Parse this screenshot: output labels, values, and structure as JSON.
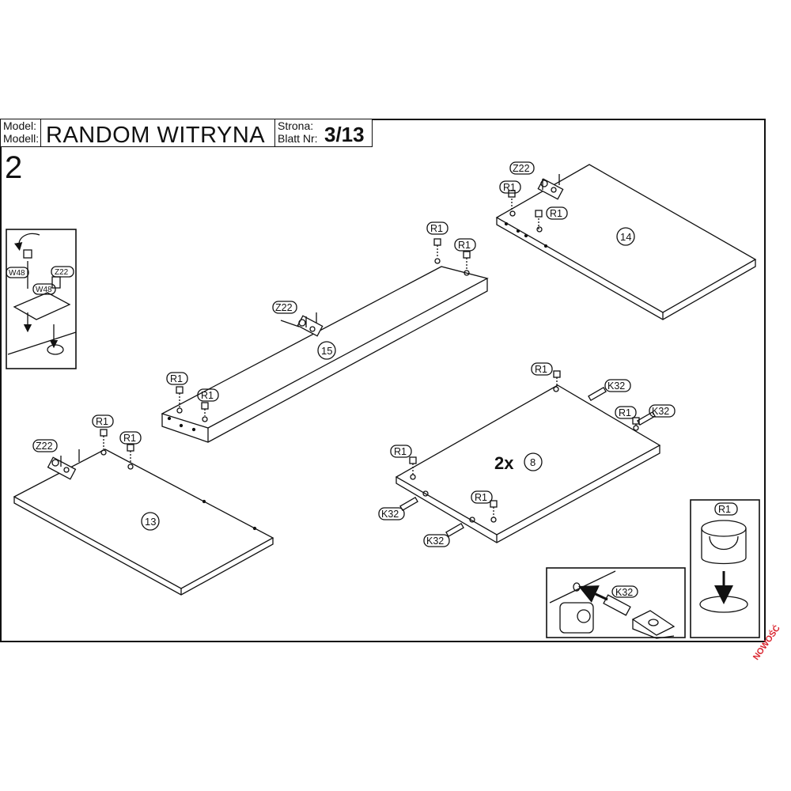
{
  "header": {
    "model_label_pl": "Model:",
    "model_label_de": "Modell:",
    "model_name": "RANDOM WITRYNA",
    "page_label_pl": "Strona:",
    "page_label_de": "Blatt Nr:",
    "page_number": "3/13"
  },
  "step": "2",
  "parts": {
    "p13": "13",
    "p14": "14",
    "p15": "15",
    "p8": "8",
    "multiplier": "2x"
  },
  "fittings": {
    "r1": "R1",
    "z22": "Z22",
    "k32": "K32",
    "w48": "W48"
  },
  "badge": "NOWOŚĆ",
  "colors": {
    "line": "#111111",
    "badge": "#d9232d"
  }
}
